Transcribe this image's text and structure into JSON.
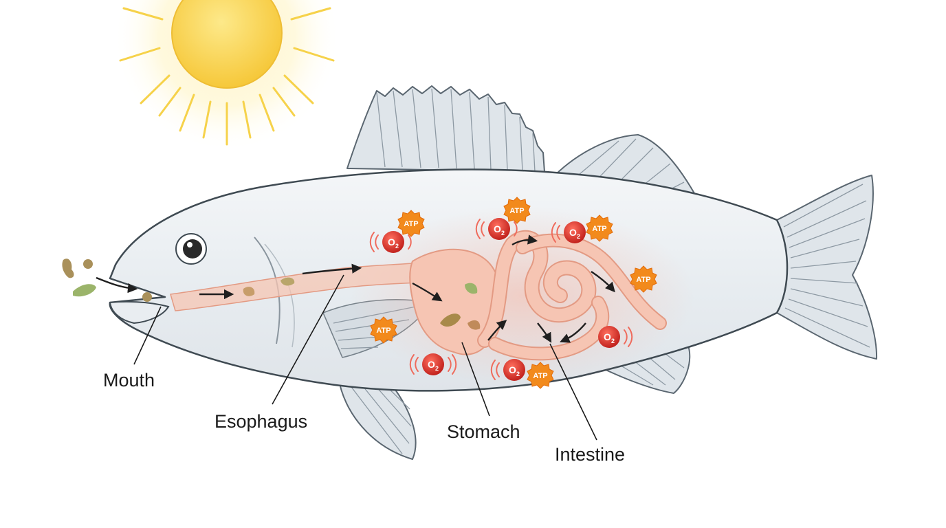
{
  "labels": {
    "mouth": "Mouth",
    "esophagus": "Esophagus",
    "stomach": "Stomach",
    "intestine": "Intestine"
  },
  "badges": {
    "atp": "ATP",
    "o2_letter": "O",
    "o2_subscript": "2"
  },
  "icons": [
    "sun-icon",
    "atp-burst-icon",
    "oxygen-molecule-icon",
    "food-particle-icon",
    "flow-arrow-icon"
  ],
  "colors": {
    "sun_core": "#f9d649",
    "sun_glow": "#fff4c2",
    "fish_body": "#e9edf1",
    "fish_outline": "#3f4a52",
    "gut_fill": "#f6c5b3",
    "gut_outline": "#e39a83",
    "gut_glow": "#f7b6a4",
    "atp_badge": "#f28a1c",
    "oxygen_badge": "#d6302b",
    "food": "#a9905a",
    "food_green": "#9bb46a"
  }
}
